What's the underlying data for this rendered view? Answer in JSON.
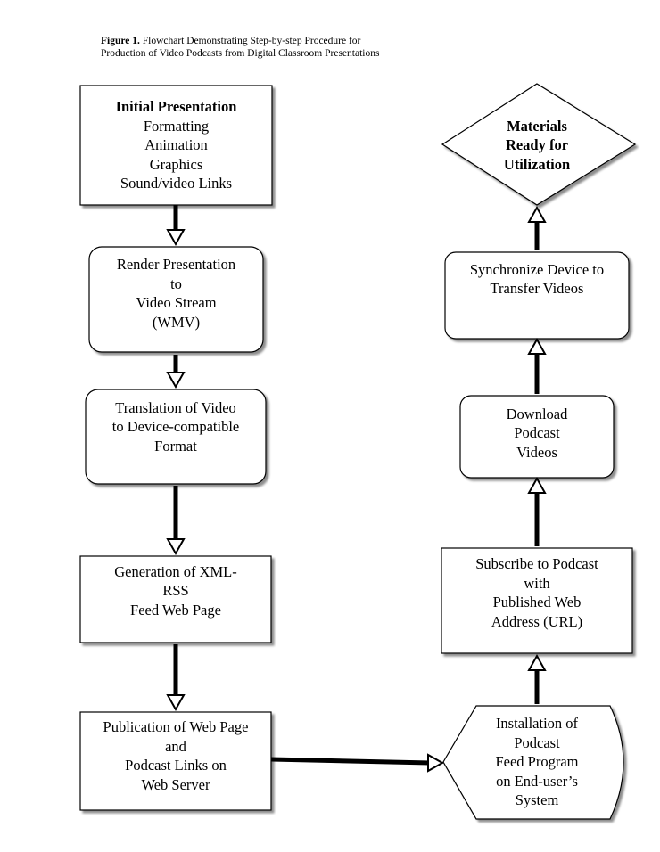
{
  "caption": {
    "label": "Figure 1.",
    "lines": [
      "Flowchart Demonstrating Step-by-step Procedure for",
      "Production of Video Podcasts from Digital Classroom Presentations"
    ]
  },
  "nodes": {
    "initial_presentation": {
      "title": "Initial Presentation",
      "lines": [
        "Formatting",
        "Animation",
        "Graphics",
        "Sound/video Links"
      ]
    },
    "render": {
      "lines": [
        "Render Presentation",
        "to",
        "Video Stream",
        "(WMV)"
      ]
    },
    "translation": {
      "lines": [
        "Translation of Video",
        "to Device-compatible",
        "Format"
      ]
    },
    "generation": {
      "lines": [
        "Generation of XML-",
        "RSS",
        "Feed Web Page"
      ]
    },
    "publication": {
      "lines": [
        "Publication of Web Page",
        "and",
        "Podcast Links on",
        "Web Server"
      ]
    },
    "installation": {
      "lines": [
        "Installation of",
        "Podcast",
        "Feed Program",
        "on End-user’s",
        "System"
      ]
    },
    "subscribe": {
      "lines": [
        "Subscribe to Podcast",
        "with",
        "Published Web",
        "Address (URL)"
      ]
    },
    "download": {
      "lines": [
        "Download",
        "Podcast",
        "Videos"
      ]
    },
    "synchronize": {
      "lines": [
        "Synchronize Device to",
        "Transfer Videos"
      ]
    },
    "materials": {
      "lines": [
        "Materials",
        "Ready for",
        "Utilization"
      ]
    }
  }
}
